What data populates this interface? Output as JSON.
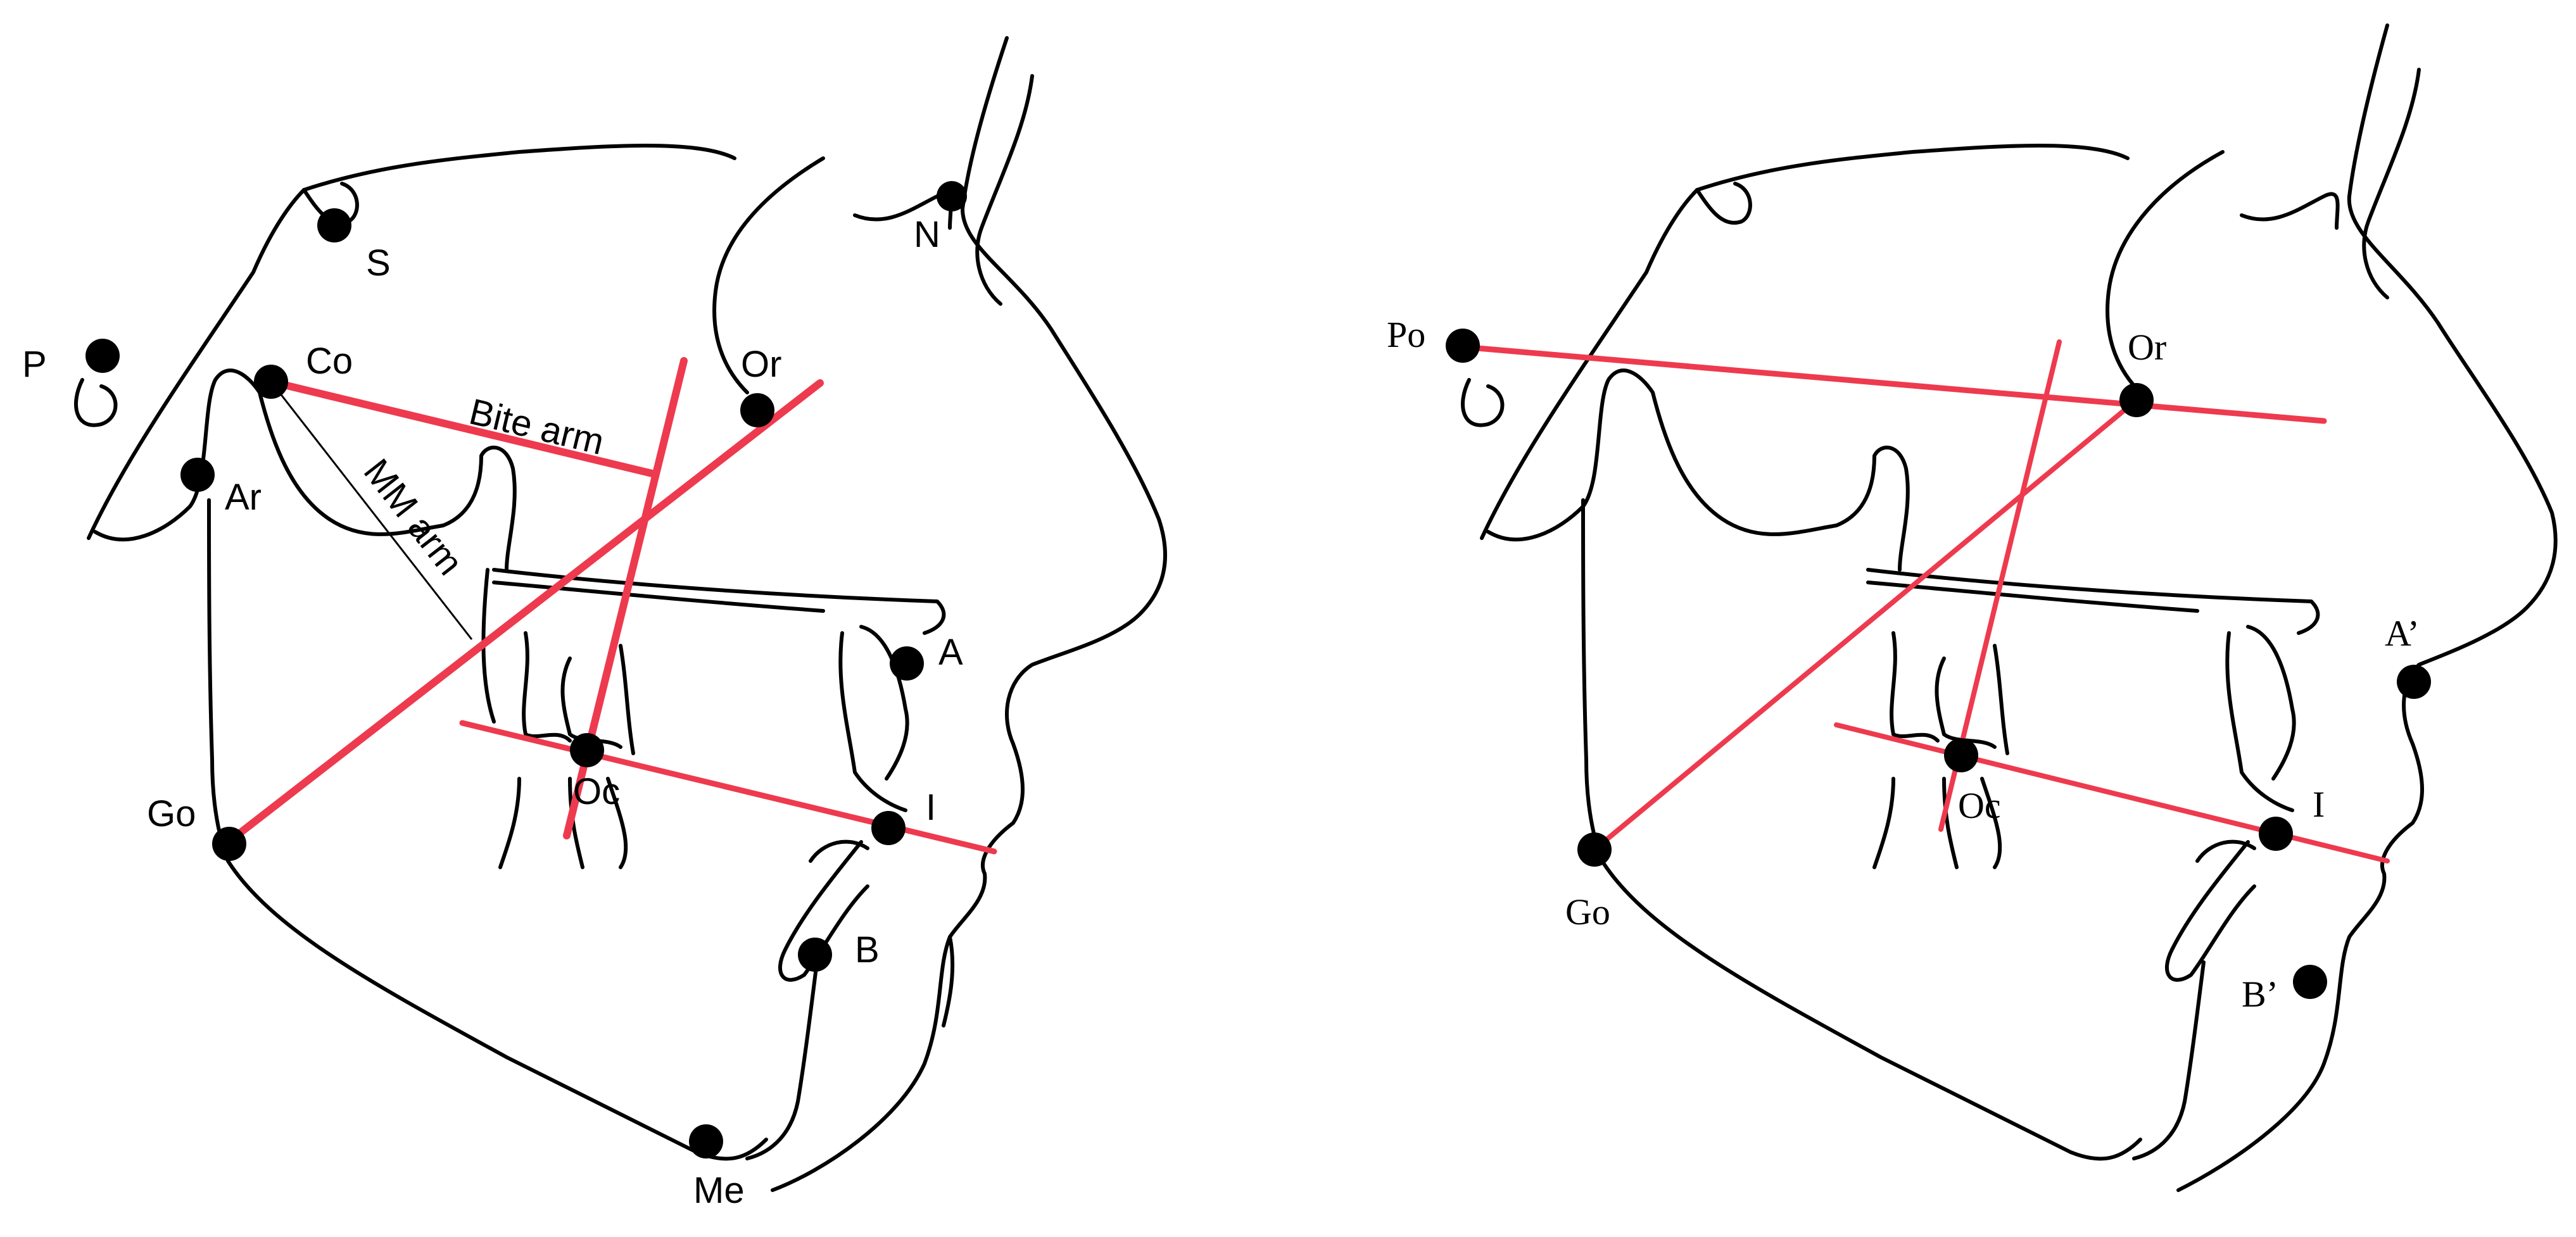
{
  "left_panel": {
    "landmarks": {
      "P": "P",
      "S": "S",
      "N": "N",
      "Co": "Co",
      "Ar": "Ar",
      "Or": "Or",
      "A": "A",
      "Oc": "Oc",
      "I": "I",
      "Go": "Go",
      "B": "B",
      "Me": "Me"
    },
    "arms": {
      "bite": "Bite arm",
      "mm": "MM arm"
    }
  },
  "right_panel": {
    "landmarks": {
      "Po": "Po",
      "Or": "Or",
      "A_prime": "A’",
      "Oc": "Oc",
      "I": "I",
      "Go": "Go",
      "B_prime": "B’"
    }
  },
  "colors": {
    "reference_line": "#ee3a4e",
    "tracing": "#000000"
  }
}
